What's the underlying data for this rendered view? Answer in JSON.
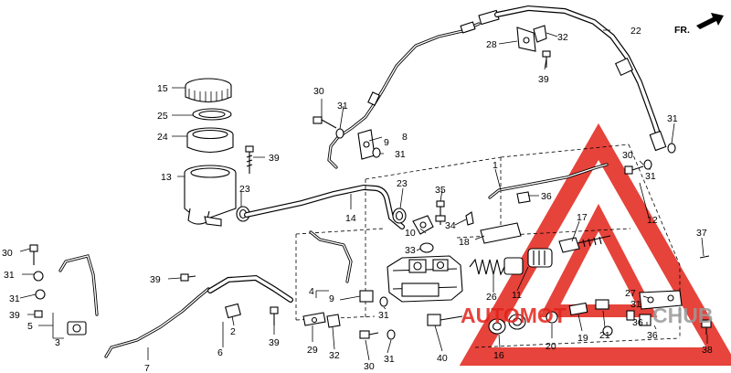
{
  "direction_label": "FR.",
  "watermark": {
    "text_a": "AUTOMOT",
    "text_b": "CHUB",
    "red": "#e2231a",
    "gray": "#9a9a9a"
  },
  "callouts": {
    "c15": "15",
    "c25": "25",
    "c24": "24",
    "c13": "13",
    "c39a": "39",
    "c23a": "23",
    "c30a": "30",
    "c31a": "31",
    "c9a": "9",
    "c8": "8",
    "c31b": "31",
    "c14": "14",
    "c23b": "23",
    "c35": "35",
    "c10": "10",
    "c34": "34",
    "c33": "33",
    "c22": "22",
    "c28": "28",
    "c32a": "32",
    "c39b": "39",
    "c31c": "31",
    "c30b": "30",
    "c31d": "31",
    "c1": "1",
    "c36a": "36",
    "c12": "12",
    "c17": "17",
    "c18": "18",
    "c37": "37",
    "c11": "11",
    "c26": "26",
    "c16": "16",
    "c20": "20",
    "c19": "19",
    "c21": "21",
    "c27": "27",
    "c31e": "31",
    "c36b": "36",
    "c36c": "36",
    "c38": "38",
    "c30c": "30",
    "c31f": "31",
    "c31g": "31",
    "c39c": "39",
    "c5": "5",
    "c3": "3",
    "c7": "7",
    "c39d": "39",
    "c6": "6",
    "c2": "2",
    "c39e": "39",
    "c4": "4",
    "c9b": "9",
    "c29": "29",
    "c32b": "32",
    "c30d": "30",
    "c31h": "31",
    "c40": "40",
    "c31i": "31"
  }
}
